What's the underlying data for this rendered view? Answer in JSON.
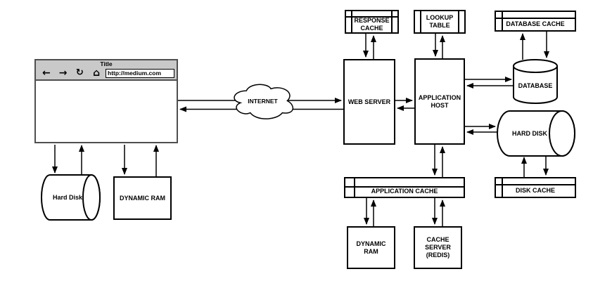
{
  "colors": {
    "stroke": "#000000",
    "browser_frame": "#4f4f4f",
    "browser_header_bg": "#c9c9c9",
    "background": "#ffffff"
  },
  "browser": {
    "title": "Title",
    "url": "http://medium.com",
    "icons": {
      "back": "←",
      "forward": "→",
      "refresh": "↻",
      "home": "⌂"
    }
  },
  "cloud": {
    "label": "INTERNET"
  },
  "nodes": {
    "web_server": {
      "label": "WEB SERVER"
    },
    "application_host": {
      "label": "APPLICATION\nHOST"
    },
    "response_cache": {
      "label": "RESPONSE\nCACHE"
    },
    "lookup_table": {
      "label": "LOOKUP\nTABLE"
    },
    "database_cache": {
      "label": "DATABASE CACHE"
    },
    "database": {
      "label": "DATABASE"
    },
    "hard_disk_right": {
      "label": "HARD DISK"
    },
    "disk_cache": {
      "label": "DISK CACHE"
    },
    "application_cache": {
      "label": "APPLICATION CACHE"
    },
    "dynamic_ram_bottom": {
      "label": "DYNAMIC\nRAM"
    },
    "cache_server_redis": {
      "label": "CACHE\nSERVER\n(REDIS)"
    },
    "hard_disk_left": {
      "label": "Hard Disk"
    },
    "dynamic_ram_left": {
      "label": "DYNAMIC RAM"
    }
  }
}
